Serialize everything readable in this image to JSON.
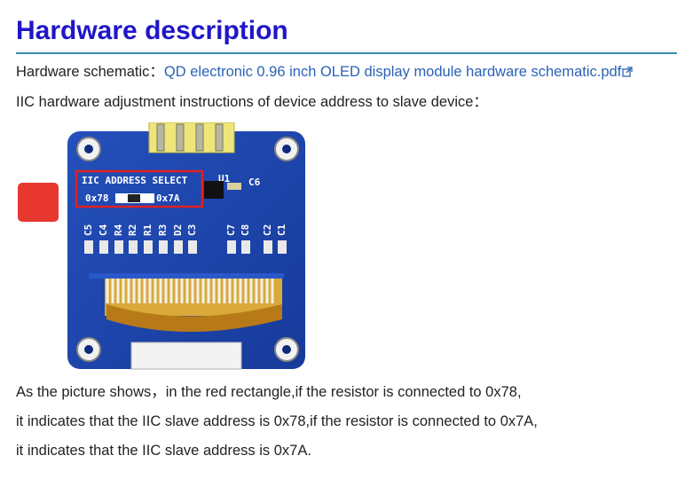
{
  "heading": "Hardware description",
  "schematic": {
    "label": "Hardware schematic：",
    "link_text": "QD electronic 0.96 inch OLED display module hardware schematic.pdf",
    "link_icon": "external-link-icon"
  },
  "iic_intro": "IIC hardware adjustment instructions of device address to slave device：",
  "image": {
    "alt": "0.96 inch OLED display module back side",
    "silkscreen": {
      "address_select": "IIC ADDRESS SELECT",
      "addr_78": "0x78",
      "addr_7a": "0x7A",
      "u1": "U1",
      "c6": "C6",
      "components": [
        "C5",
        "C4",
        "R4",
        "R2",
        "R1",
        "R3",
        "D2",
        "C3",
        "C7",
        "C8",
        "C2",
        "C1"
      ]
    },
    "colors": {
      "board": "#1b3fa6",
      "highlight": "#e02020",
      "header": "#e8e46a",
      "flex": "#c98a1c"
    }
  },
  "paragraph": [
    "As the picture shows，in the red rectangle,if the resistor is connected to 0x78,",
    "it indicates that the IIC slave address is 0x78,if the resistor is connected to 0x7A,",
    "it indicates that the IIC slave address is 0x7A."
  ],
  "colors": {
    "heading": "#1f16c8",
    "rule": "#3a8fb3",
    "link": "#2a62b5"
  }
}
